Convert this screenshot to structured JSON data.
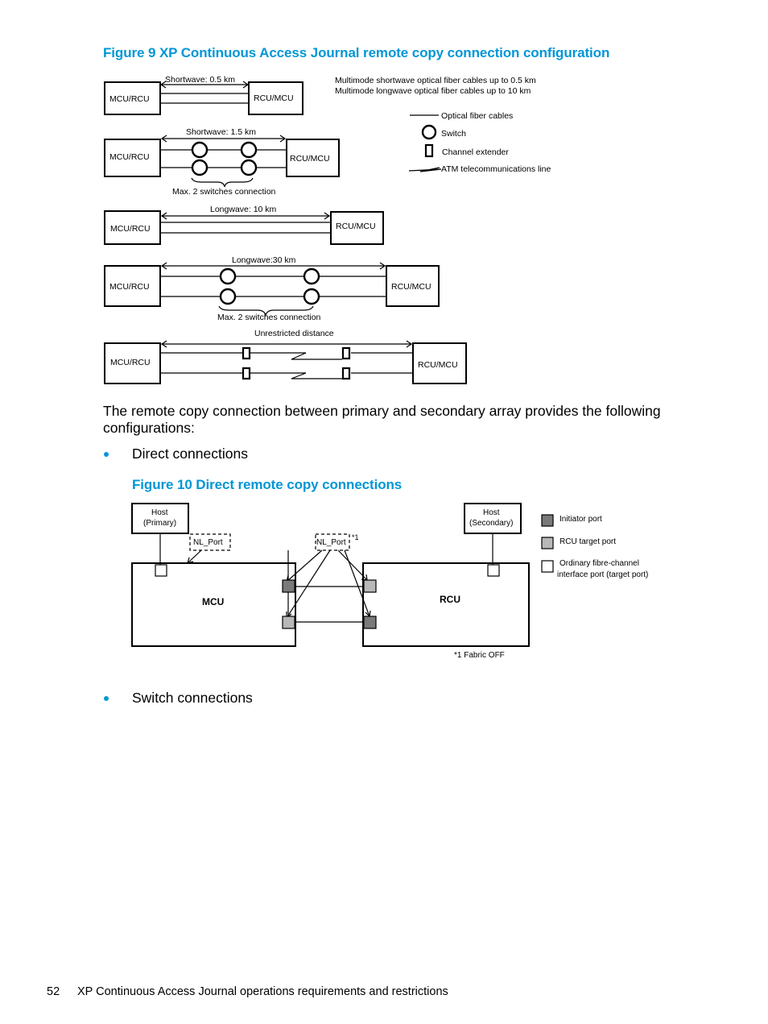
{
  "figure9": {
    "caption": "Figure 9 XP Continuous Access Journal remote copy connection configuration",
    "notes": [
      "Multimode shortwave optical fiber cables up to 0.5 km",
      "Multimode longwave optical fiber cables up to 10 km"
    ],
    "legend": {
      "optical": "Optical fiber cables",
      "switch": "Switch",
      "extender": "Channel extender",
      "atm": "ATM telecommunications line"
    },
    "rows": [
      {
        "left": "MCU/RCU",
        "right": "RCU/MCU",
        "label": "Shortwave: 0.5 km"
      },
      {
        "left": "MCU/RCU",
        "right": "RCU/MCU",
        "label": "Shortwave: 1.5 km",
        "note": "Max. 2 switches connection"
      },
      {
        "left": "MCU/RCU",
        "right": "RCU/MCU",
        "label": "Longwave: 10 km"
      },
      {
        "left": "MCU/RCU",
        "right": "RCU/MCU",
        "label": "Longwave:30 km",
        "note": "Max. 2 switches connection"
      },
      {
        "left": "MCU/RCU",
        "right": "RCU/MCU",
        "label": "Unrestricted distance"
      }
    ]
  },
  "paragraph": "The remote copy connection between primary and secondary array provides the following configurations:",
  "bullets": [
    "Direct connections",
    "Switch connections"
  ],
  "figure10": {
    "caption": "Figure 10 Direct remote copy connections",
    "host_primary": [
      "Host",
      "(Primary)"
    ],
    "host_secondary": [
      "Host",
      "(Secondary)"
    ],
    "nl_port": "NL_Port",
    "footnote_mark": "*1",
    "mcu": "MCU",
    "rcu": "RCU",
    "legend": {
      "initiator": "Initiator port",
      "rcu_target": "RCU target port",
      "ordinary": [
        "Ordinary fibre-channel",
        "interface port (target port)"
      ]
    },
    "footnote": "*1 Fabric OFF"
  },
  "footer": {
    "page": "52",
    "text": "XP Continuous Access Journal operations requirements and restrictions"
  },
  "colors": {
    "accent": "#0096d6",
    "initiator": "#7a7a7a",
    "rcu_target": "#b8b8b8"
  }
}
